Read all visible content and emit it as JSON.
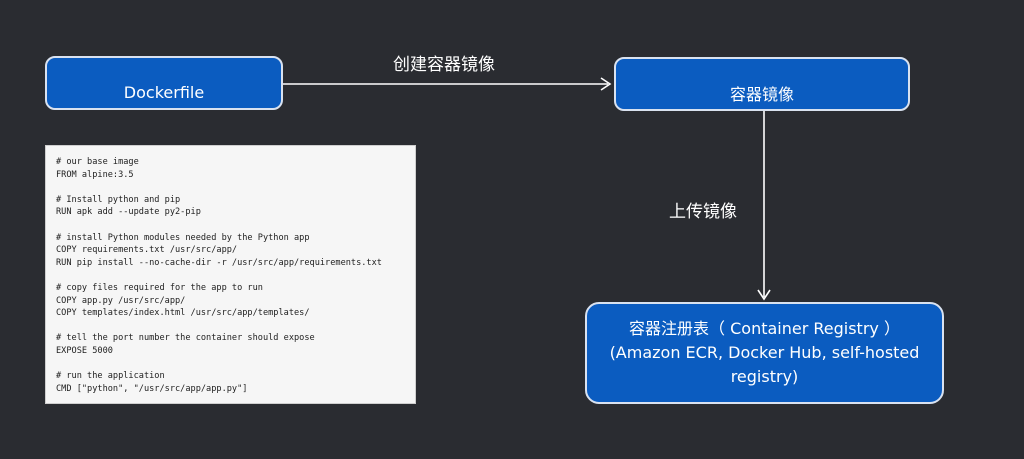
{
  "diagram": {
    "nodes": {
      "dockerfile": {
        "label": "Dockerfile"
      },
      "container_image": {
        "label": "容器镜像"
      },
      "container_registry": {
        "label_line1": "容器注册表（ Container Registry ）",
        "label_line2": "(Amazon ECR, Docker Hub, self-hosted registry)"
      }
    },
    "edges": {
      "build": {
        "label": "创建容器镜像"
      },
      "push": {
        "label": "上传镜像"
      }
    },
    "colors": {
      "background": "#2a2c31",
      "box_fill": "#0b5cc0",
      "box_border": "#d9e2f0",
      "arrow": "#ffffff"
    }
  },
  "code_sample": {
    "lines": [
      "# our base image",
      "FROM alpine:3.5",
      "",
      "# Install python and pip",
      "RUN apk add --update py2-pip",
      "",
      "# install Python modules needed by the Python app",
      "COPY requirements.txt /usr/src/app/",
      "RUN pip install --no-cache-dir -r /usr/src/app/requirements.txt",
      "",
      "# copy files required for the app to run",
      "COPY app.py /usr/src/app/",
      "COPY templates/index.html /usr/src/app/templates/",
      "",
      "# tell the port number the container should expose",
      "EXPOSE 5000",
      "",
      "# run the application",
      "CMD [\"python\", \"/usr/src/app/app.py\"]"
    ]
  }
}
